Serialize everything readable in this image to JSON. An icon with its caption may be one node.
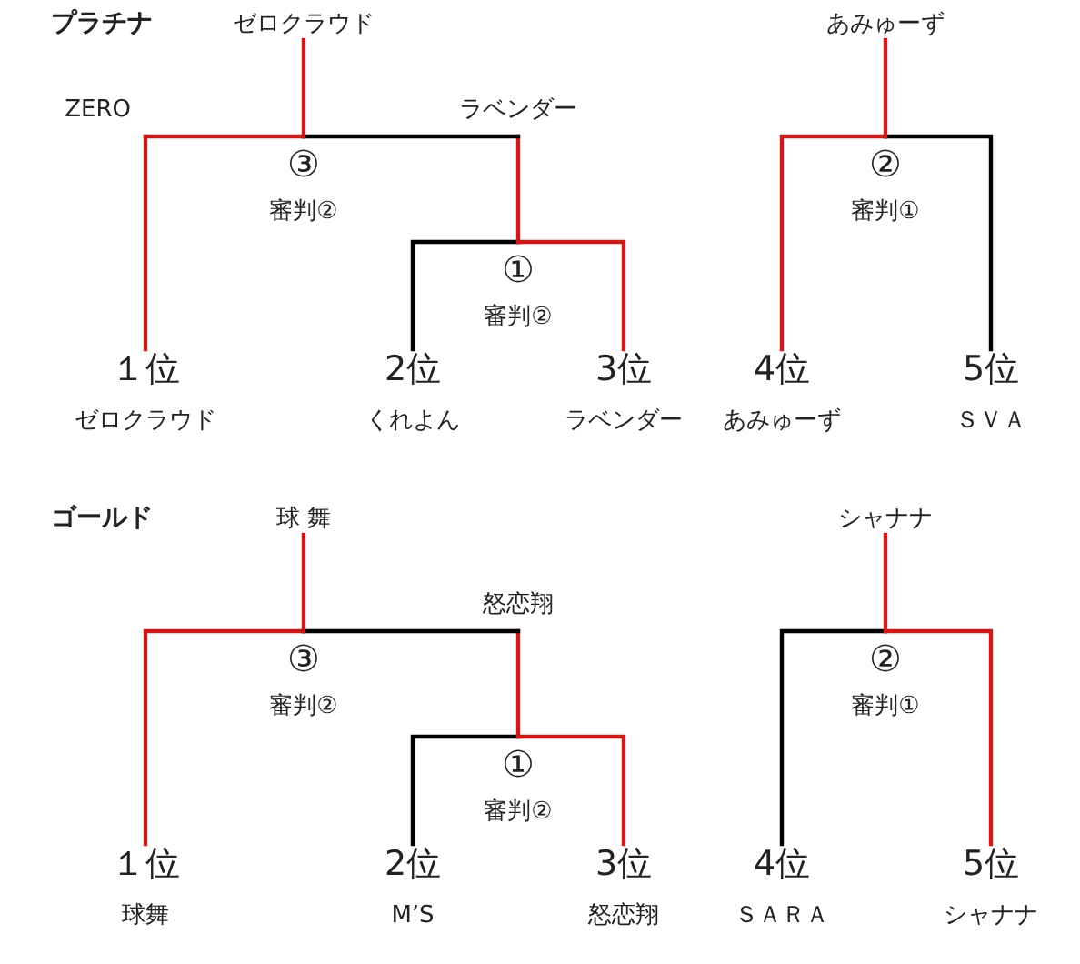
{
  "diagram": {
    "nodes": [
      {
        "text": [
          "ゼロクラウド"
        ]
      },
      {
        "text": [
          "あみゅーず"
        ]
      },
      {
        "text": [
          "ZERO"
        ]
      },
      {
        "text": [
          "ラベンダー"
        ]
      },
      {
        "text": [
          "③",
          "審判②"
        ]
      },
      {
        "text": [
          "②",
          "審判①"
        ]
      },
      {
        "text": [
          "①",
          "審判②"
        ]
      },
      {
        "text": [
          "１位",
          "ゼロクラウド"
        ]
      },
      {
        "text": [
          "2位",
          "くれよん"
        ]
      },
      {
        "text": [
          "3位",
          "ラベンダー"
        ]
      },
      {
        "text": [
          "4位",
          "あみゅーず"
        ]
      },
      {
        "text": [
          "5位",
          "ＳＶＡ"
        ]
      },
      {
        "text": [
          "球 舞"
        ]
      },
      {
        "text": [
          "シャナナ"
        ]
      },
      {
        "text": [
          "怒恋翔"
        ]
      },
      {
        "text": [
          "③",
          "審判②"
        ]
      },
      {
        "text": [
          "②",
          "審判①"
        ]
      },
      {
        "text": [
          "①",
          "審判②"
        ]
      },
      {
        "text": [
          "１位",
          "球舞"
        ]
      },
      {
        "text": [
          "2位",
          "M’S"
        ]
      },
      {
        "text": [
          "3位",
          "怒恋翔"
        ]
      },
      {
        "text": [
          "4位",
          "ＳＡＲＡ"
        ]
      },
      {
        "text": [
          "5位",
          "シャナナ"
        ]
      }
    ],
    "edges": [
      {
        "from": 7,
        "to": 2,
        "arrow": "none"
      },
      {
        "from": 2,
        "to": 4,
        "arrow": "none"
      },
      {
        "from": 8,
        "to": 6,
        "arrow": "none",
        "color": "#000000"
      },
      {
        "from": 9,
        "to": 6,
        "arrow": "none"
      },
      {
        "from": 6,
        "to": 3,
        "arrow": "none"
      },
      {
        "from": 3,
        "to": 4,
        "arrow": "none",
        "color": "#000000"
      },
      {
        "from": 4,
        "to": 0,
        "arrow": "none"
      },
      {
        "from": 10,
        "to": 5,
        "arrow": "none"
      },
      {
        "from": 11,
        "to": 5,
        "arrow": "none",
        "color": "#000000"
      },
      {
        "from": 5,
        "to": 1,
        "arrow": "none"
      },
      {
        "from": 18,
        "to": 15,
        "arrow": "none"
      },
      {
        "from": 19,
        "to": 17,
        "arrow": "none",
        "color": "#000000"
      },
      {
        "from": 20,
        "to": 17,
        "arrow": "none"
      },
      {
        "from": 17,
        "to": 14,
        "arrow": "none"
      },
      {
        "from": 14,
        "to": 15,
        "arrow": "none",
        "color": "#000000"
      },
      {
        "from": 15,
        "to": 12,
        "arrow": "none"
      },
      {
        "from": 21,
        "to": 16,
        "arrow": "none",
        "color": "#000000"
      },
      {
        "from": 22,
        "to": 16,
        "arrow": "none"
      },
      {
        "from": 16,
        "to": 13,
        "arrow": "none"
      }
    ],
    "labels": [
      "プラチナ",
      "ゴールド"
    ]
  }
}
